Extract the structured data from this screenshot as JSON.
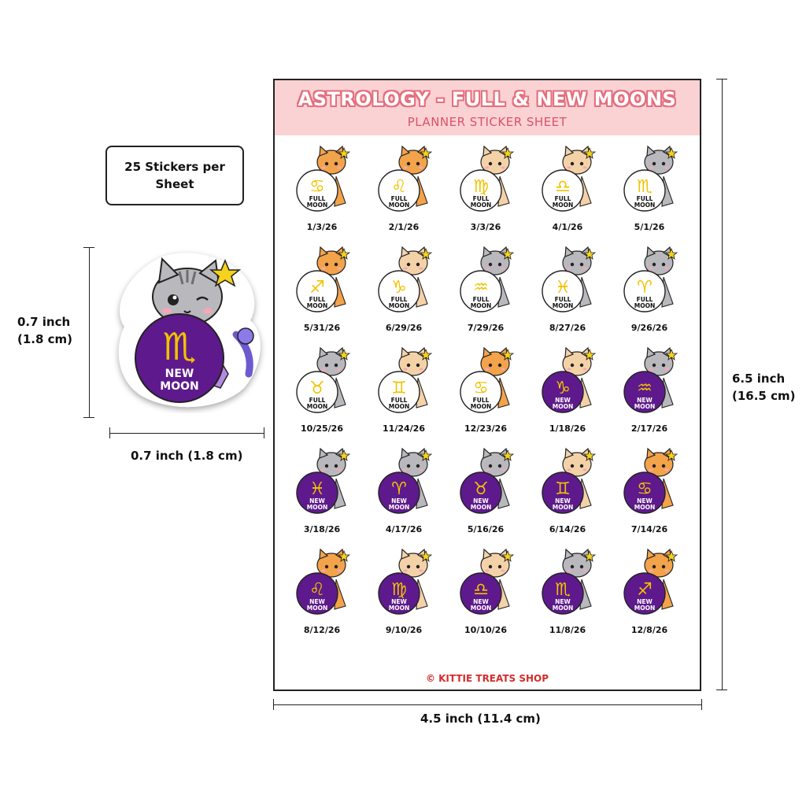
{
  "info": {
    "stickers_per_sheet": "25 Stickers per Sheet"
  },
  "dimensions": {
    "sticker_height": "0.7 inch\n(1.8 cm)",
    "sticker_width": "0.7 inch (1.8 cm)",
    "sheet_height": "6.5 inch\n(16.5 cm)",
    "sheet_width": "4.5 inch (11.4 cm)"
  },
  "big_sticker": {
    "sign": "♏",
    "line1": "NEW",
    "line2": "MOON",
    "moon_color": "#5e1a8c",
    "cat": "grey"
  },
  "sheet": {
    "title": "ASTROLOGY - FULL & NEW MOONS",
    "subtitle": "PLANNER STICKER SHEET",
    "footer": "© KITTIE TREATS SHOP",
    "colors": {
      "full_moon": "#ffffff",
      "new_moon": "#5e1a8c",
      "glyph": "#f2c200",
      "header_bg": "#fbd2d3",
      "title_outline": "#e46f7e"
    },
    "stickers": [
      {
        "sign": "♋",
        "type": "full",
        "line1": "FULL",
        "line2": "MOON",
        "date": "1/3/26",
        "cat": "orange"
      },
      {
        "sign": "♌",
        "type": "full",
        "line1": "FULL",
        "line2": "MOON",
        "date": "2/1/26",
        "cat": "orange"
      },
      {
        "sign": "♍",
        "type": "full",
        "line1": "FULL",
        "line2": "MOON",
        "date": "3/3/26",
        "cat": "calico"
      },
      {
        "sign": "♎",
        "type": "full",
        "line1": "FULL",
        "line2": "MOON",
        "date": "4/1/26",
        "cat": "calico"
      },
      {
        "sign": "♏",
        "type": "full",
        "line1": "FULL",
        "line2": "MOON",
        "date": "5/1/26",
        "cat": "grey"
      },
      {
        "sign": "♐",
        "type": "full",
        "line1": "FULL",
        "line2": "MOON",
        "date": "5/31/26",
        "cat": "orange"
      },
      {
        "sign": "♑",
        "type": "full",
        "line1": "FULL",
        "line2": "MOON",
        "date": "6/29/26",
        "cat": "calico"
      },
      {
        "sign": "♒",
        "type": "full",
        "line1": "FULL",
        "line2": "MOON",
        "date": "7/29/26",
        "cat": "grey"
      },
      {
        "sign": "♓",
        "type": "full",
        "line1": "FULL",
        "line2": "MOON",
        "date": "8/27/26",
        "cat": "grey"
      },
      {
        "sign": "♈",
        "type": "full",
        "line1": "FULL",
        "line2": "MOON",
        "date": "9/26/26",
        "cat": "grey"
      },
      {
        "sign": "♉",
        "type": "full",
        "line1": "FULL",
        "line2": "MOON",
        "date": "10/25/26",
        "cat": "grey"
      },
      {
        "sign": "♊",
        "type": "full",
        "line1": "FULL",
        "line2": "MOON",
        "date": "11/24/26",
        "cat": "calico"
      },
      {
        "sign": "♋",
        "type": "full",
        "line1": "FULL",
        "line2": "MOON",
        "date": "12/23/26",
        "cat": "orange"
      },
      {
        "sign": "♑",
        "type": "new",
        "line1": "NEW",
        "line2": "MOON",
        "date": "1/18/26",
        "cat": "calico"
      },
      {
        "sign": "♒",
        "type": "new",
        "line1": "NEW",
        "line2": "MOON",
        "date": "2/17/26",
        "cat": "grey"
      },
      {
        "sign": "♓",
        "type": "new",
        "line1": "NEW",
        "line2": "MOON",
        "date": "3/18/26",
        "cat": "grey"
      },
      {
        "sign": "♈",
        "type": "new",
        "line1": "NEW",
        "line2": "MOON",
        "date": "4/17/26",
        "cat": "grey"
      },
      {
        "sign": "♉",
        "type": "new",
        "line1": "NEW",
        "line2": "MOON",
        "date": "5/16/26",
        "cat": "grey"
      },
      {
        "sign": "♊",
        "type": "new",
        "line1": "NEW",
        "line2": "MOON",
        "date": "6/14/26",
        "cat": "calico"
      },
      {
        "sign": "♋",
        "type": "new",
        "line1": "NEW",
        "line2": "MOON",
        "date": "7/14/26",
        "cat": "orange"
      },
      {
        "sign": "♌",
        "type": "new",
        "line1": "NEW",
        "line2": "MOON",
        "date": "8/12/26",
        "cat": "orange"
      },
      {
        "sign": "♍",
        "type": "new",
        "line1": "NEW",
        "line2": "MOON",
        "date": "9/10/26",
        "cat": "calico"
      },
      {
        "sign": "♎",
        "type": "new",
        "line1": "NEW",
        "line2": "MOON",
        "date": "10/10/26",
        "cat": "calico"
      },
      {
        "sign": "♏",
        "type": "new",
        "line1": "NEW",
        "line2": "MOON",
        "date": "11/8/26",
        "cat": "grey"
      },
      {
        "sign": "♐",
        "type": "new",
        "line1": "NEW",
        "line2": "MOON",
        "date": "12/8/26",
        "cat": "orange"
      }
    ]
  }
}
